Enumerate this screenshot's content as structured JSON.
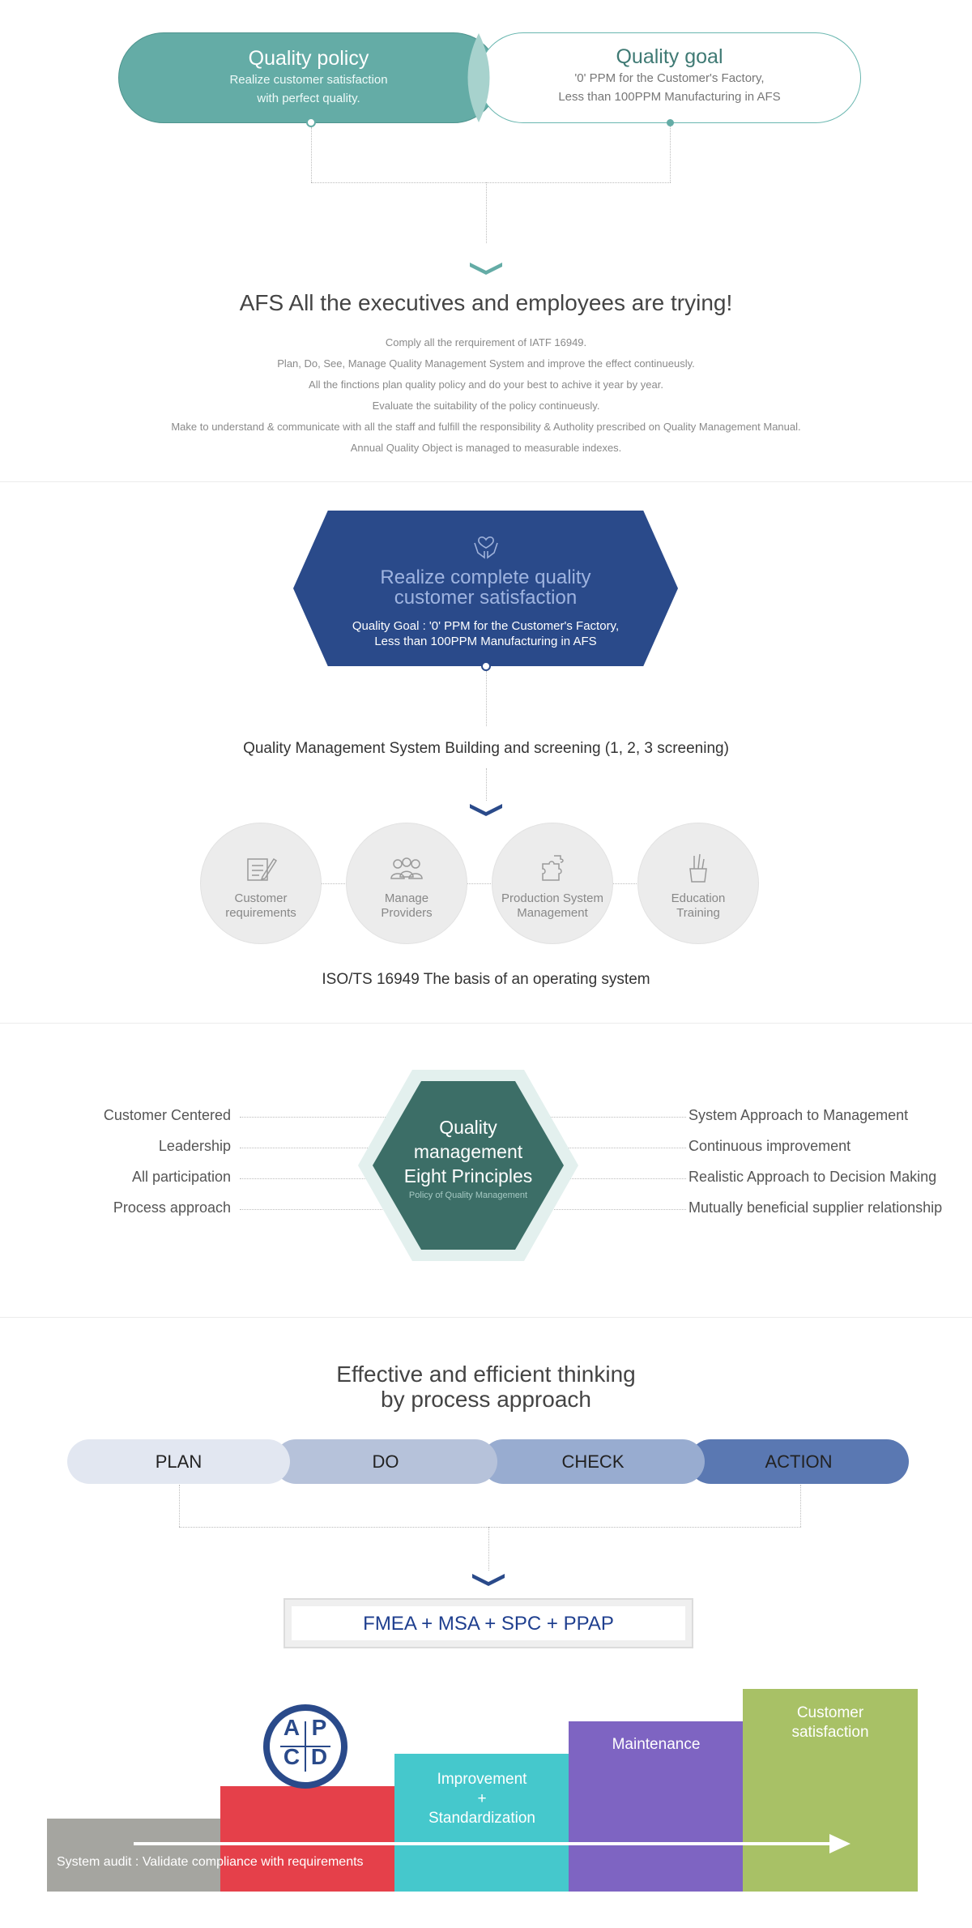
{
  "policy": {
    "title": "Quality policy",
    "line1": "Realize customer satisfaction",
    "line2": "with perfect quality."
  },
  "goal": {
    "title": "Quality goal",
    "line1": "'0' PPM for the Customer's Factory,",
    "line2": "Less than 100PPM Manufacturing in AFS"
  },
  "executives": {
    "heading": "AFS All the executives and employees are trying!",
    "lines": [
      "Comply all the rerquirement of IATF 16949.",
      "Plan, Do, See, Manage Quality Management System and improve the effect continueusly.",
      "All the finctions plan quality policy and do your best to achive it year by year.",
      "Evaluate the suitability of the policy continueusly.",
      "Make to understand & communicate with all the staff and fulfill the responsibility & Autholity prescribed on Quality Management Manual.",
      "Annual Quality Object is managed to measurable indexes."
    ]
  },
  "hexagon": {
    "icon": "heart-hands-icon",
    "title_line1": "Realize complete quality",
    "title_line2": "customer satisfaction",
    "goal_line1": "Quality Goal : '0' PPM for the Customer's Factory,",
    "goal_line2": "Less than 100PPM Manufacturing in AFS"
  },
  "qms_heading": "Quality Management System Building and screening (1, 2, 3 screening)",
  "circles": [
    {
      "icon": "clipboard-pen-icon",
      "line1": "Customer",
      "line2": "requirements"
    },
    {
      "icon": "people-group-icon",
      "line1": "Manage",
      "line2": "Providers"
    },
    {
      "icon": "puzzle-icon",
      "line1": "Production System",
      "line2": "Management"
    },
    {
      "icon": "pencil-cup-icon",
      "line1": "Education",
      "line2": "Training"
    }
  ],
  "iso_caption": "ISO/TS 16949 The basis of an operating system",
  "principles": {
    "center_line1": "Quality",
    "center_line2": "management",
    "center_line3": "Eight Principles",
    "center_sub": "Policy of Quality Management",
    "left": [
      "Customer Centered",
      "Leadership",
      "All participation",
      "Process approach"
    ],
    "right": [
      "System Approach to Management",
      "Continuous improvement",
      "Realistic Approach to Decision Making",
      "Mutually beneficial supplier relationship"
    ]
  },
  "process": {
    "heading_line1": "Effective and efficient thinking",
    "heading_line2": "by process approach",
    "pdca": [
      "PLAN",
      "DO",
      "CHECK",
      "ACTION"
    ],
    "tools": "FMEA + MSA + SPC + PPAP"
  },
  "steps": {
    "apcd": [
      "A",
      "P",
      "C",
      "D"
    ],
    "audit": "System audit : Validate compliance with requirements",
    "improvement_line1": "Improvement",
    "improvement_plus": "+",
    "improvement_line2": "Standardization",
    "maintenance": "Maintenance",
    "customer_line1": "Customer",
    "customer_line2": "satisfaction"
  },
  "colors": {
    "teal": "#64aca6",
    "navy": "#2a4a8a",
    "dark_green": "#3c6e67",
    "step_gray": "#a5a5a0",
    "step_red": "#e5404a",
    "step_cyan": "#45c8cc",
    "step_purple": "#7e64c2",
    "step_green": "#a8c166"
  }
}
